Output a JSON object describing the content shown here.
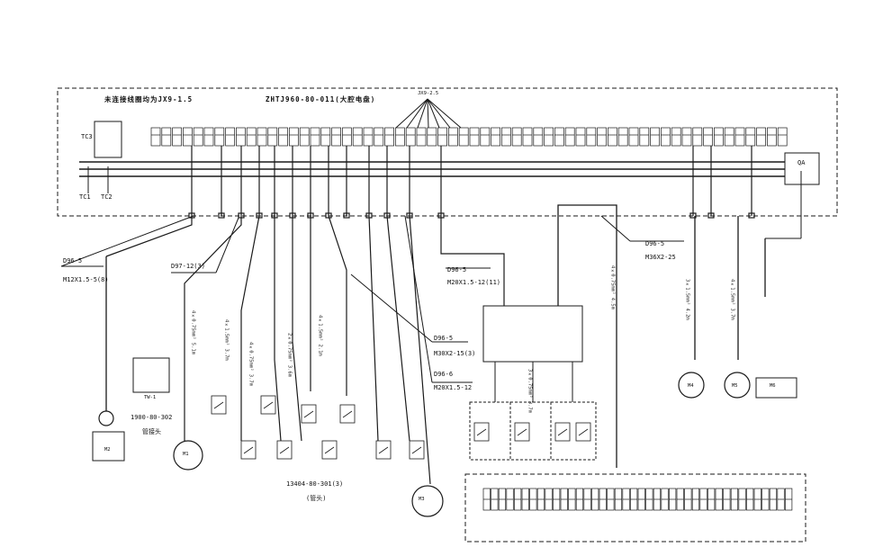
{
  "panel": {
    "left_title": "未连接线圈均为JX9-1.5",
    "main_title": "ZHTJ960-80-011(大腔电盘)",
    "top_tag": "JX9-2.5",
    "transformer": "TC3",
    "transformer_outputs": [
      "TC1",
      "TC2"
    ],
    "breaker": "QA"
  },
  "callouts": {
    "c1_a": "D96-5",
    "c1_b": "M12X1.5-5(8)",
    "c2": "D97-12(3)",
    "c3_a": "D96-5",
    "c3_b": "M20X1.5-12(11)",
    "c4_a": "D96-5",
    "c4_b": "M30X2-15(3)",
    "c5_a": "D96-6",
    "c5_b": "M20X1.5-12",
    "c6_a": "D96-5",
    "c6_b": "M36X2-25",
    "lower_part_no": "1900-80-302",
    "lower_note": "管接头",
    "switch_part_no": "13404-80-301(3)",
    "switch_note": "(管头)",
    "relay_box": "TW-1"
  },
  "device_labels": [
    "M1",
    "M3",
    "M4",
    "M5",
    "M6",
    "M2"
  ],
  "cable_labels": [
    "4×0.75mm² 5.1m",
    "4×1.5mm² 3.7m",
    "4×0.75mm² 3.7m",
    "2×0.75mm² 3.6m",
    "4×1.5mm² 2.1m",
    "3×0.75mm² 3.7m",
    "4×0.75mm² 4.5m",
    "3×1.5mm² 4.2m",
    "4×1.5mm² 3.7m"
  ],
  "terminal_count_top": 60,
  "terminal_count_bottom": 40
}
